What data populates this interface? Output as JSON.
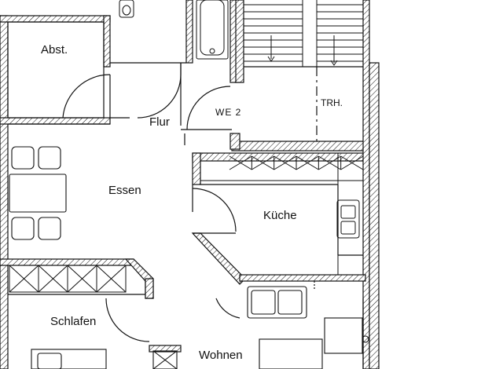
{
  "plan": {
    "unit": "WE 2",
    "rooms": {
      "abstellraum": "Abst.",
      "flur": "Flur",
      "essen": "Essen",
      "kueche": "Küche",
      "schlafen": "Schlafen",
      "wohnen": "Wohnen",
      "treppenhaus": "TRH."
    }
  },
  "colors": {
    "line": "#111111",
    "background": "#ffffff"
  }
}
